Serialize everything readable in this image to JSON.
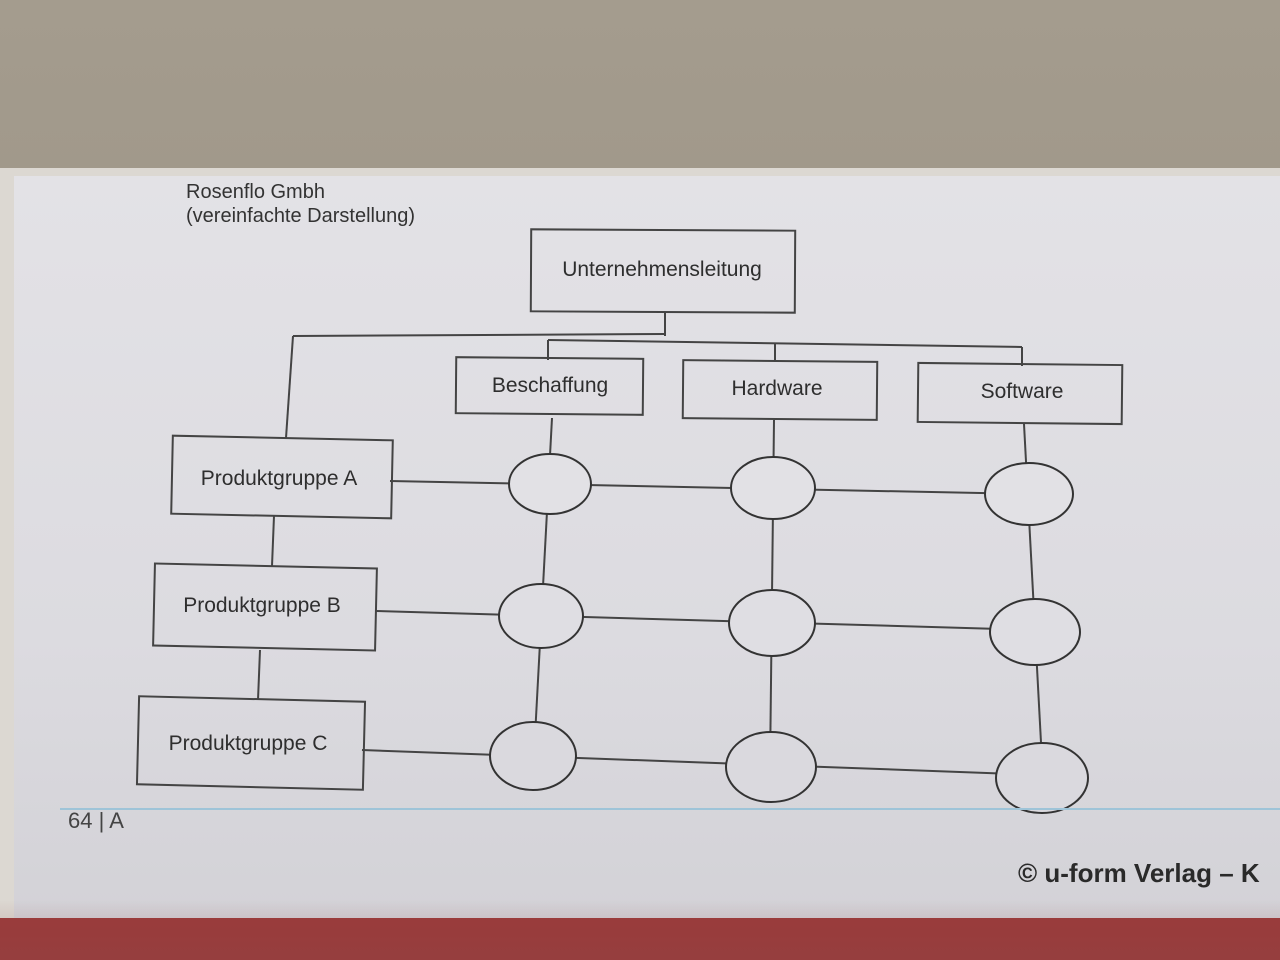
{
  "document": {
    "company": "Rosenflo Gmbh",
    "subtitle": "(vereinfachte Darstellung)",
    "page_number": "64 | A",
    "copyright": "© u-form Verlag – K"
  },
  "diagram": {
    "top": "Unternehmensleitung",
    "functions": [
      "Beschaffung",
      "Hardware",
      "Software"
    ],
    "product_groups": [
      "Produktgruppe A",
      "Produktgruppe B",
      "Produktgruppe C"
    ]
  }
}
